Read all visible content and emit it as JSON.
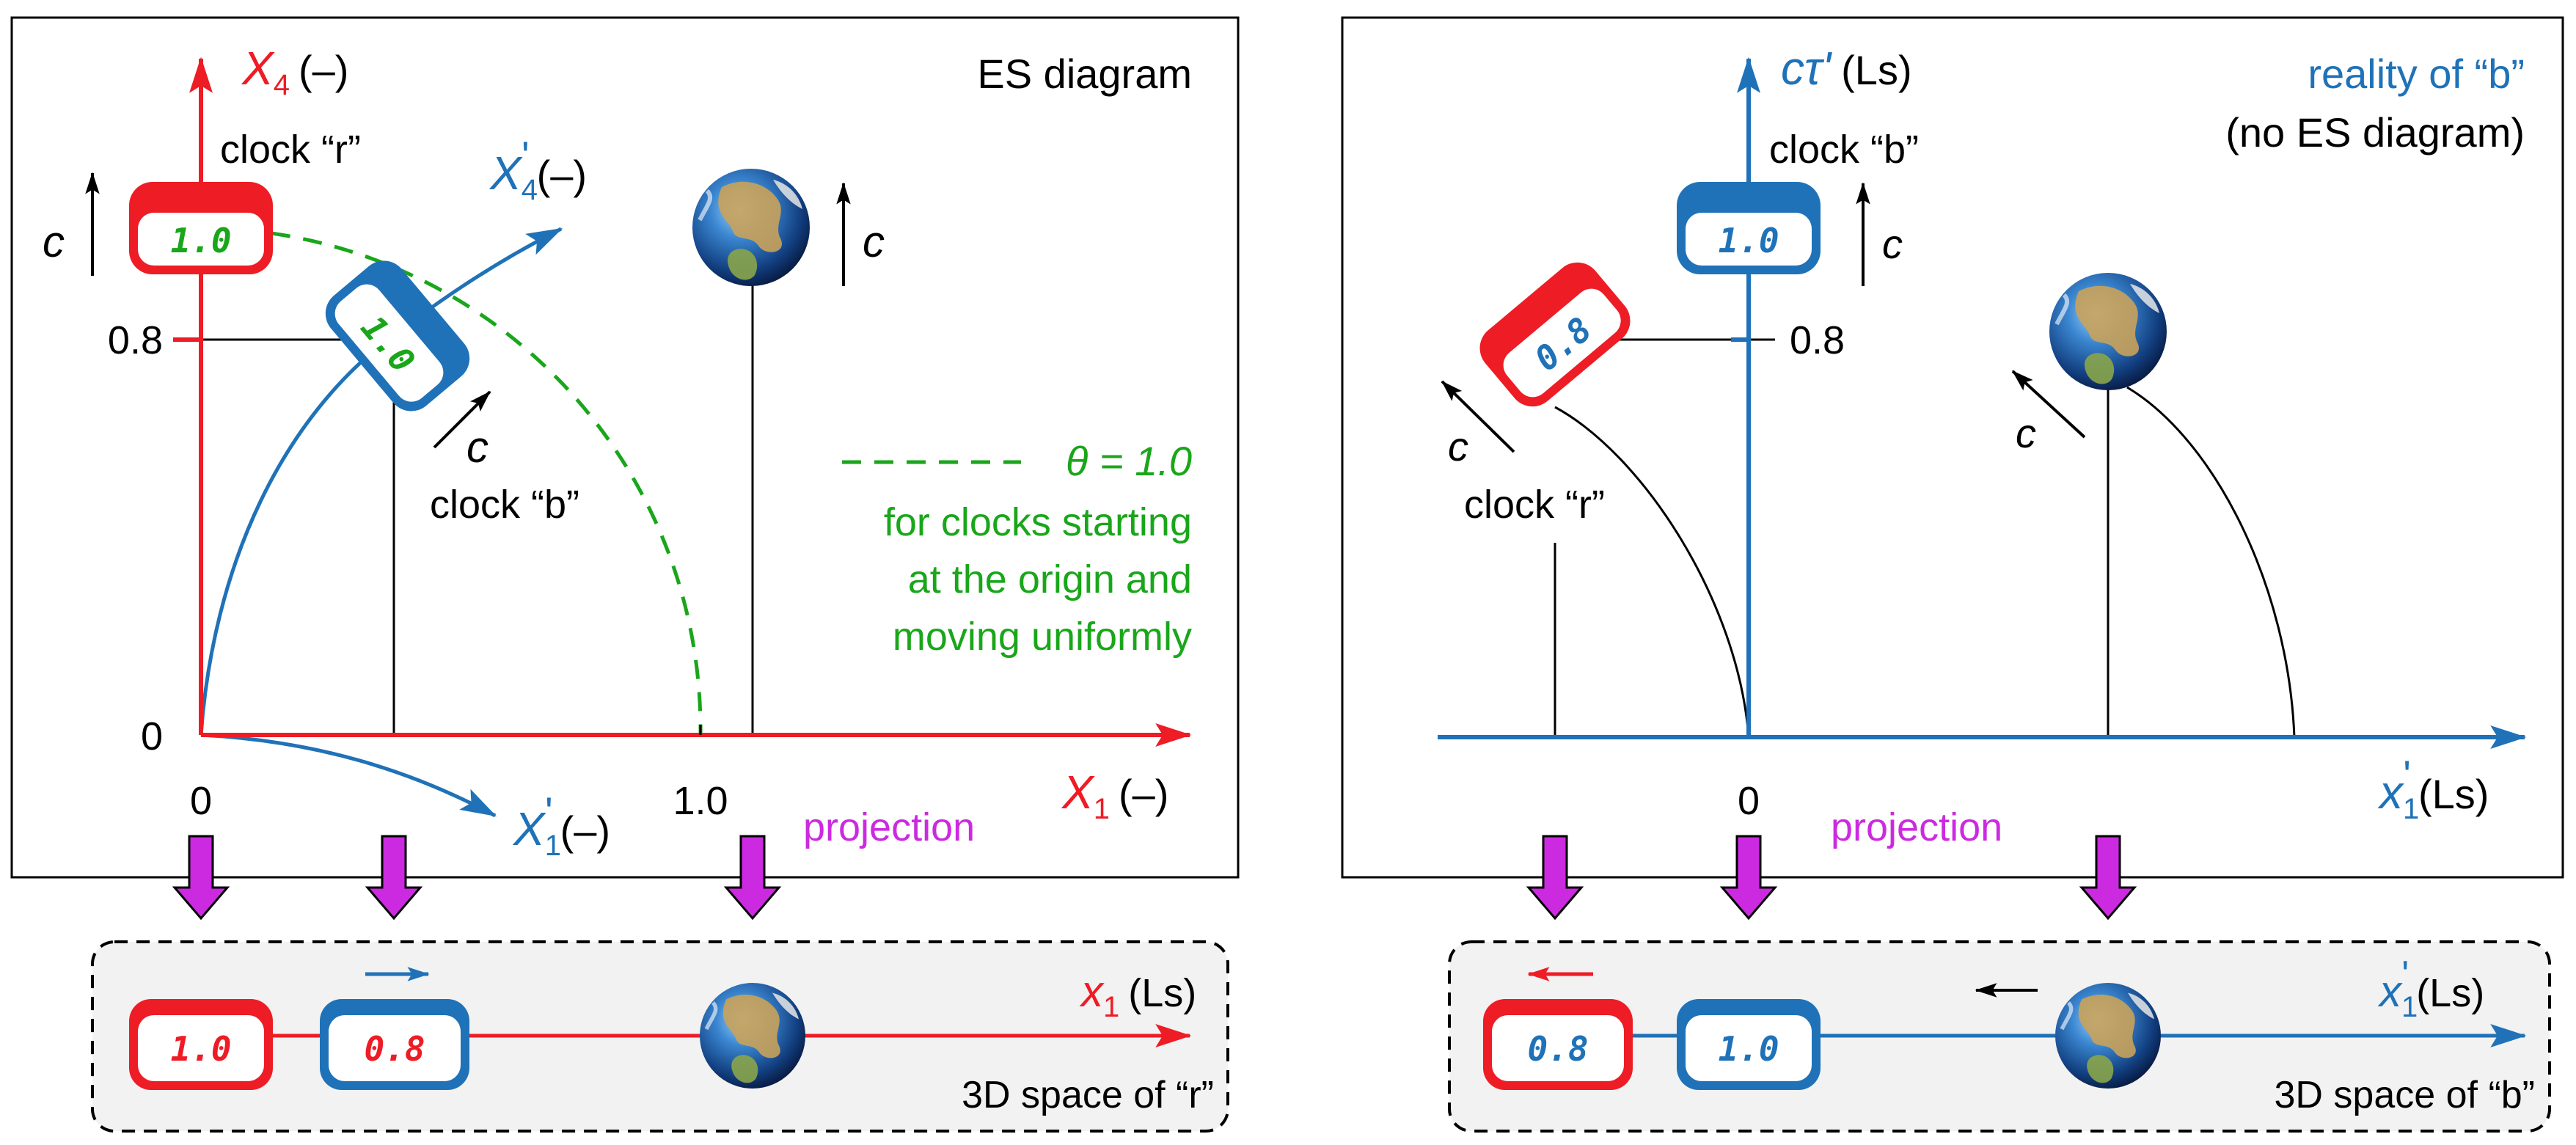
{
  "colors": {
    "red": "#ee1c25",
    "blue": "#1f72b8",
    "green": "#1aa61a",
    "purple": "#cc2ae0",
    "black": "#000000",
    "panel_bg": "#f2f2f2"
  },
  "left_panel": {
    "title": "ES diagram",
    "x4_axis": {
      "symbol": "X",
      "sub": "4",
      "unit": "(–)"
    },
    "x1_axis": {
      "symbol": "X",
      "sub": "1",
      "unit": "(–)"
    },
    "x4p_axis": {
      "symbol": "X",
      "sub": "4",
      "prime": "'",
      "unit": "(–)"
    },
    "x1p_axis": {
      "symbol": "X",
      "sub": "1",
      "prime": "'",
      "unit": "(–)"
    },
    "tick_08": "0.8",
    "tick_0_y": "0",
    "tick_0_x": "0",
    "tick_10": "1.0",
    "clock_r_label": "clock “r”",
    "clock_b_label": "clock “b”",
    "clock_r_value": "1.0",
    "clock_b_value": "1.0",
    "c_left": "c",
    "c_earth": "c",
    "c_clock_b": "c",
    "theta_eq": "θ = 1.0",
    "theta_note": [
      "for clocks starting",
      "at the origin and",
      "moving uniformly"
    ],
    "projection": "projection"
  },
  "right_panel": {
    "title_line1": "reality of “b”",
    "title_line2": "(no ES diagram)",
    "ctau_axis": {
      "symbol": "cτ'",
      "unit": "(Ls)"
    },
    "x1p_axis": {
      "symbol": "x",
      "sub": "1",
      "prime": "'",
      "unit": "(Ls)"
    },
    "tick_08": "0.8",
    "tick_0": "0",
    "clock_b_label": "clock “b”",
    "clock_r_label": "clock “r”",
    "clock_b_value": "1.0",
    "clock_r_value": "0.8",
    "c_clock_b": "c",
    "c_clock_r": "c",
    "c_earth": "c",
    "projection": "projection"
  },
  "bottom_left": {
    "axis": {
      "symbol": "x",
      "sub": "1",
      "unit": "(Ls)"
    },
    "caption": "3D space of “r”",
    "clock_r_value": "1.0",
    "clock_b_value": "0.8"
  },
  "bottom_right": {
    "axis": {
      "symbol": "x",
      "sub": "1",
      "prime": "'",
      "unit": "(Ls)"
    },
    "caption": "3D space of “b”",
    "clock_r_value": "0.8",
    "clock_b_value": "1.0"
  }
}
